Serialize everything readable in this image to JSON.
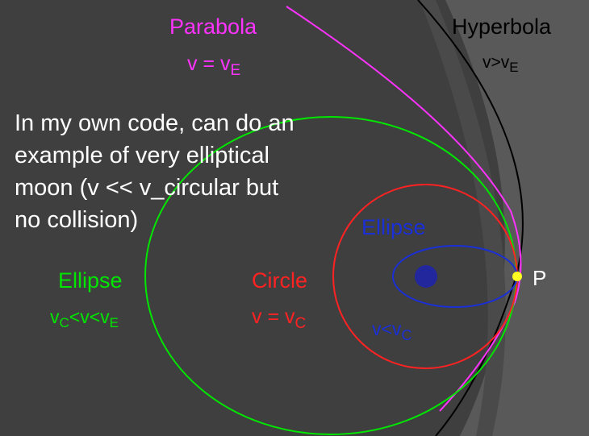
{
  "colors": {
    "background": "#3f3f3f",
    "background_bands": "#595959",
    "parabola": "#ff33ff",
    "hyperbola": "#000000",
    "ellipse_outer": "#00e600",
    "circle": "#ff2222",
    "ellipse_inner": "#1a2fd6",
    "planet": "#22279e",
    "point_p": "#ffff22",
    "text_white": "#ffffff"
  },
  "labels": {
    "parabola_title": "Parabola",
    "parabola_cond_main": "v = v",
    "parabola_cond_sub": "E",
    "hyperbola_title": "Hyperbola",
    "hyperbola_cond_main": "v>v",
    "hyperbola_cond_sub": "E",
    "ellipse_outer_title": "Ellipse",
    "ellipse_outer_v1": "v",
    "ellipse_outer_sub1": "C",
    "ellipse_outer_mid": "<v<v",
    "ellipse_outer_sub2": "E",
    "circle_title": "Circle",
    "circle_cond_main": "v = v",
    "circle_cond_sub": "C",
    "ellipse_inner_title": "Ellipse",
    "ellipse_inner_cond_main": "v<v",
    "ellipse_inner_cond_sub": "C",
    "point_label": "P"
  },
  "note": {
    "line1": "In my own code, can do an",
    "line2": "example of very elliptical",
    "line3": "moon (v << v_circular but",
    "line4": "no collision)"
  }
}
